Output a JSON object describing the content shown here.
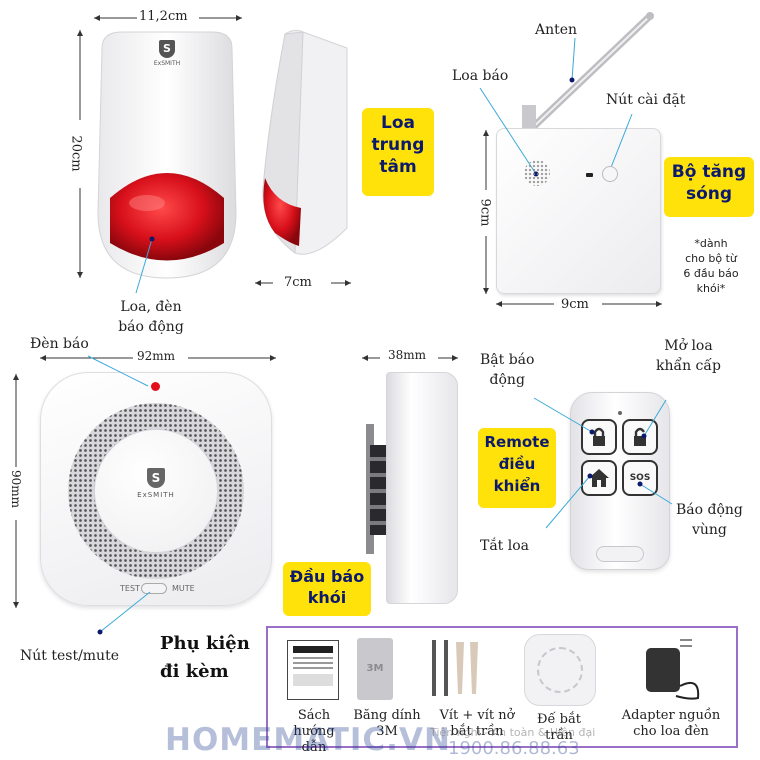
{
  "siren": {
    "width_label": "11,2cm",
    "height_label": "20cm",
    "depth_label": "7cm",
    "caption_line1": "Loa, đèn",
    "caption_line2": "báo động",
    "logo_letter": "S",
    "brand": "ExSMITH",
    "title_line1": "Loa",
    "title_line2": "trung",
    "title_line3": "tâm"
  },
  "repeater": {
    "antenna_label": "Anten",
    "speaker_label": "Loa báo",
    "setup_button_label": "Nút cài đặt",
    "height_label": "9cm",
    "width_label": "9cm",
    "title_line1": "Bộ tăng",
    "title_line2": "sóng",
    "note_line1": "*dành",
    "note_line2": "cho bộ từ",
    "note_line3": "6 đầu báo",
    "note_line4": "khói*"
  },
  "smoke_detector": {
    "led_label": "Đèn báo",
    "width_label": "92mm",
    "height_label": "90mm",
    "depth_label": "38mm",
    "logo_letter": "S",
    "brand": "ExSMITH",
    "test_text": "TEST",
    "mute_text": "MUTE",
    "button_label": "Nút test/mute",
    "title_line1": "Đầu báo",
    "title_line2": "khói"
  },
  "remote": {
    "arm_label_line1": "Bật báo",
    "arm_label_line2": "động",
    "emergency_label_line1": "Mở loa",
    "emergency_label_line2": "khẩn cấp",
    "off_label": "Tắt loa",
    "zone_label_line1": "Báo động",
    "zone_label_line2": "vùng",
    "sos_text": "SOS",
    "title_line1": "Remote",
    "title_line2": "điều",
    "title_line3": "khiển"
  },
  "accessories": {
    "heading_line1": "Phụ kiện",
    "heading_line2": "đi kèm",
    "items": [
      {
        "line1": "Sách",
        "line2": "hướng dẫn"
      },
      {
        "line1": "Băng dính",
        "line2": "3M"
      },
      {
        "line1": "Vít + vít nở",
        "line2": "bắt trần"
      },
      {
        "line1": "Đế bắt",
        "line2": "trần"
      },
      {
        "line1": "Adapter nguồn",
        "line2": "cho loa đèn"
      }
    ],
    "tape_text": "3M"
  },
  "watermark": {
    "brand": "HOMEMATIC.VN",
    "tagline": "Tiện nghi - An toàn & Hiện đại",
    "phone": "1900.86.88.63"
  },
  "colors": {
    "highlight": "#ffe20a",
    "highlight_text": "#0c1a6e",
    "siren_red": "#d8101b",
    "accessory_border": "#9a6fc7",
    "leader_line": "#3aa9d8"
  }
}
